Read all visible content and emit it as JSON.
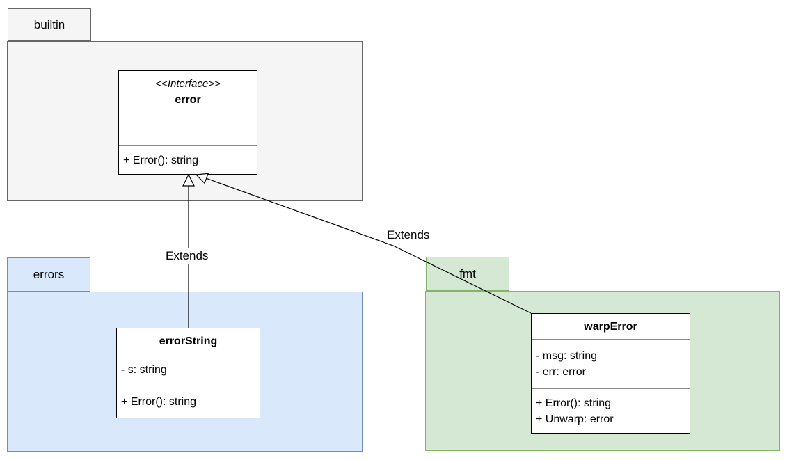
{
  "diagram": {
    "packages": [
      {
        "name": "builtin",
        "fill": "#f5f5f5",
        "stroke": "#666666"
      },
      {
        "name": "errors",
        "fill": "#dae8fc",
        "stroke": "#6c8ebf"
      },
      {
        "name": "fmt",
        "fill": "#d5e8d4",
        "stroke": "#82b366"
      }
    ],
    "classes": [
      {
        "stereotype": "<<Interface>>",
        "name": "error",
        "package": "builtin",
        "fields": [],
        "methods": [
          "+ Error(): string"
        ]
      },
      {
        "name": "errorString",
        "package": "errors",
        "fields": [
          "- s: string"
        ],
        "methods": [
          "+ Error(): string"
        ]
      },
      {
        "name": "warpError",
        "package": "fmt",
        "fields": [
          "- msg: string",
          "- err: error"
        ],
        "methods": [
          "+ Error(): string",
          "+ Unwarp: error"
        ]
      }
    ],
    "edges": [
      {
        "label": "Extends",
        "from": "errorString",
        "to": "error",
        "type": "inheritance"
      },
      {
        "label": "Extends",
        "from": "warpError",
        "to": "error",
        "type": "inheritance"
      }
    ],
    "colors": {
      "edge": "#000000",
      "class_fill": "#ffffff",
      "class_stroke": "#000000"
    }
  }
}
